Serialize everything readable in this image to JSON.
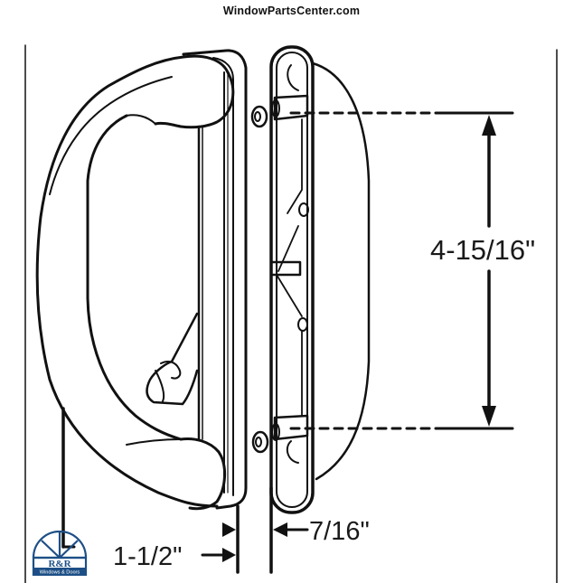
{
  "header": {
    "site_title": "WindowPartsCenter.com"
  },
  "diagram": {
    "subject": "sliding-door-handle-set",
    "dimensions": {
      "hole_spacing": "4-15/16\"",
      "handle_projection": "1-1/2\"",
      "mortise_plate_thickness": "7/16\""
    },
    "colors": {
      "line": "#111111",
      "background": "#ffffff",
      "logo_blue": "#1d4f86"
    }
  },
  "logo": {
    "brand": "R&R",
    "tagline": "Windows & Doors"
  }
}
